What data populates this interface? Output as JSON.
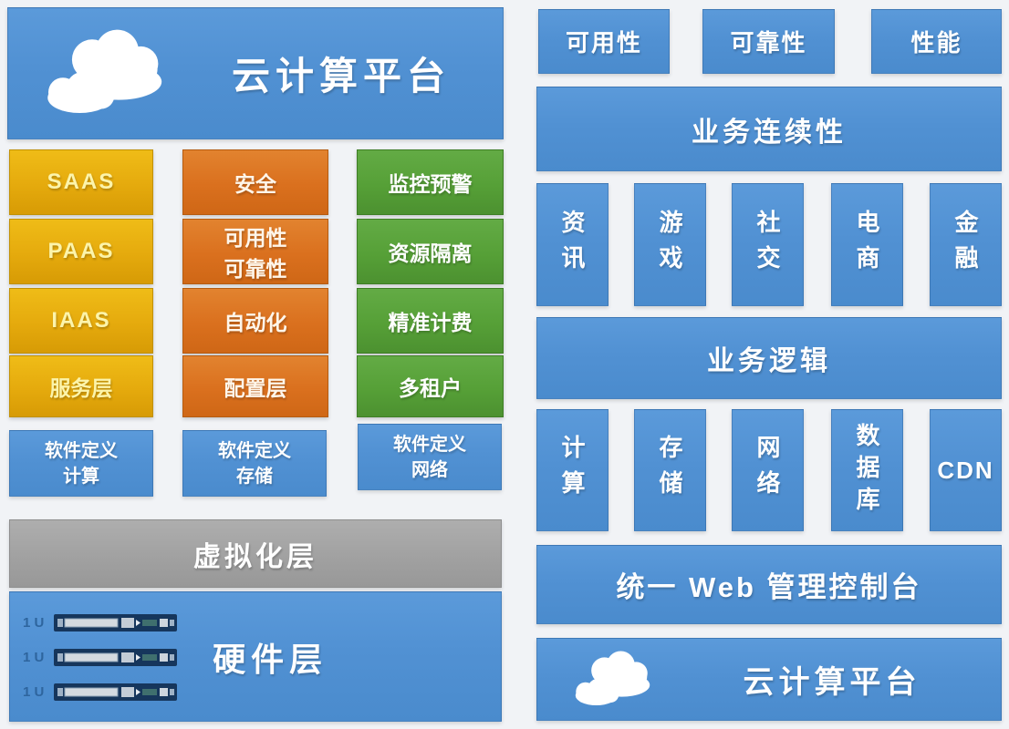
{
  "colors": {
    "blue": "#5191d3",
    "yellow": "#e5aa0d",
    "orange": "#da701e",
    "green": "#56a037",
    "gray": "#a0a0a0",
    "background": "#f1f3f6",
    "server_navy": "#16365c"
  },
  "left": {
    "banner_title": "云计算平台",
    "col1": [
      "SAAS",
      "PAAS",
      "IAAS",
      "服务层"
    ],
    "col2": [
      [
        "安全"
      ],
      [
        "可用性",
        "可靠性"
      ],
      [
        "自动化"
      ],
      [
        "配置层"
      ]
    ],
    "col3": [
      "监控预警",
      "资源隔离",
      "精准计费",
      "多租户"
    ],
    "sd_boxes": [
      [
        "软件定义",
        "计算"
      ],
      [
        "软件定义",
        "存储"
      ],
      [
        "软件定义",
        "网络"
      ]
    ],
    "virtualization": "虚拟化层",
    "hardware": "硬件层",
    "server_unit_label": "1 U"
  },
  "right": {
    "qualities": [
      "可用性",
      "可靠性",
      "性能"
    ],
    "continuity": "业务连续性",
    "apps": [
      "资讯",
      "游戏",
      "社交",
      "电商",
      "金融"
    ],
    "logic": "业务逻辑",
    "resources": [
      "计算",
      "存储",
      "网络",
      "数据库",
      "CDN"
    ],
    "console": "统一 Web 管理控制台",
    "platform_title": "云计算平台"
  }
}
